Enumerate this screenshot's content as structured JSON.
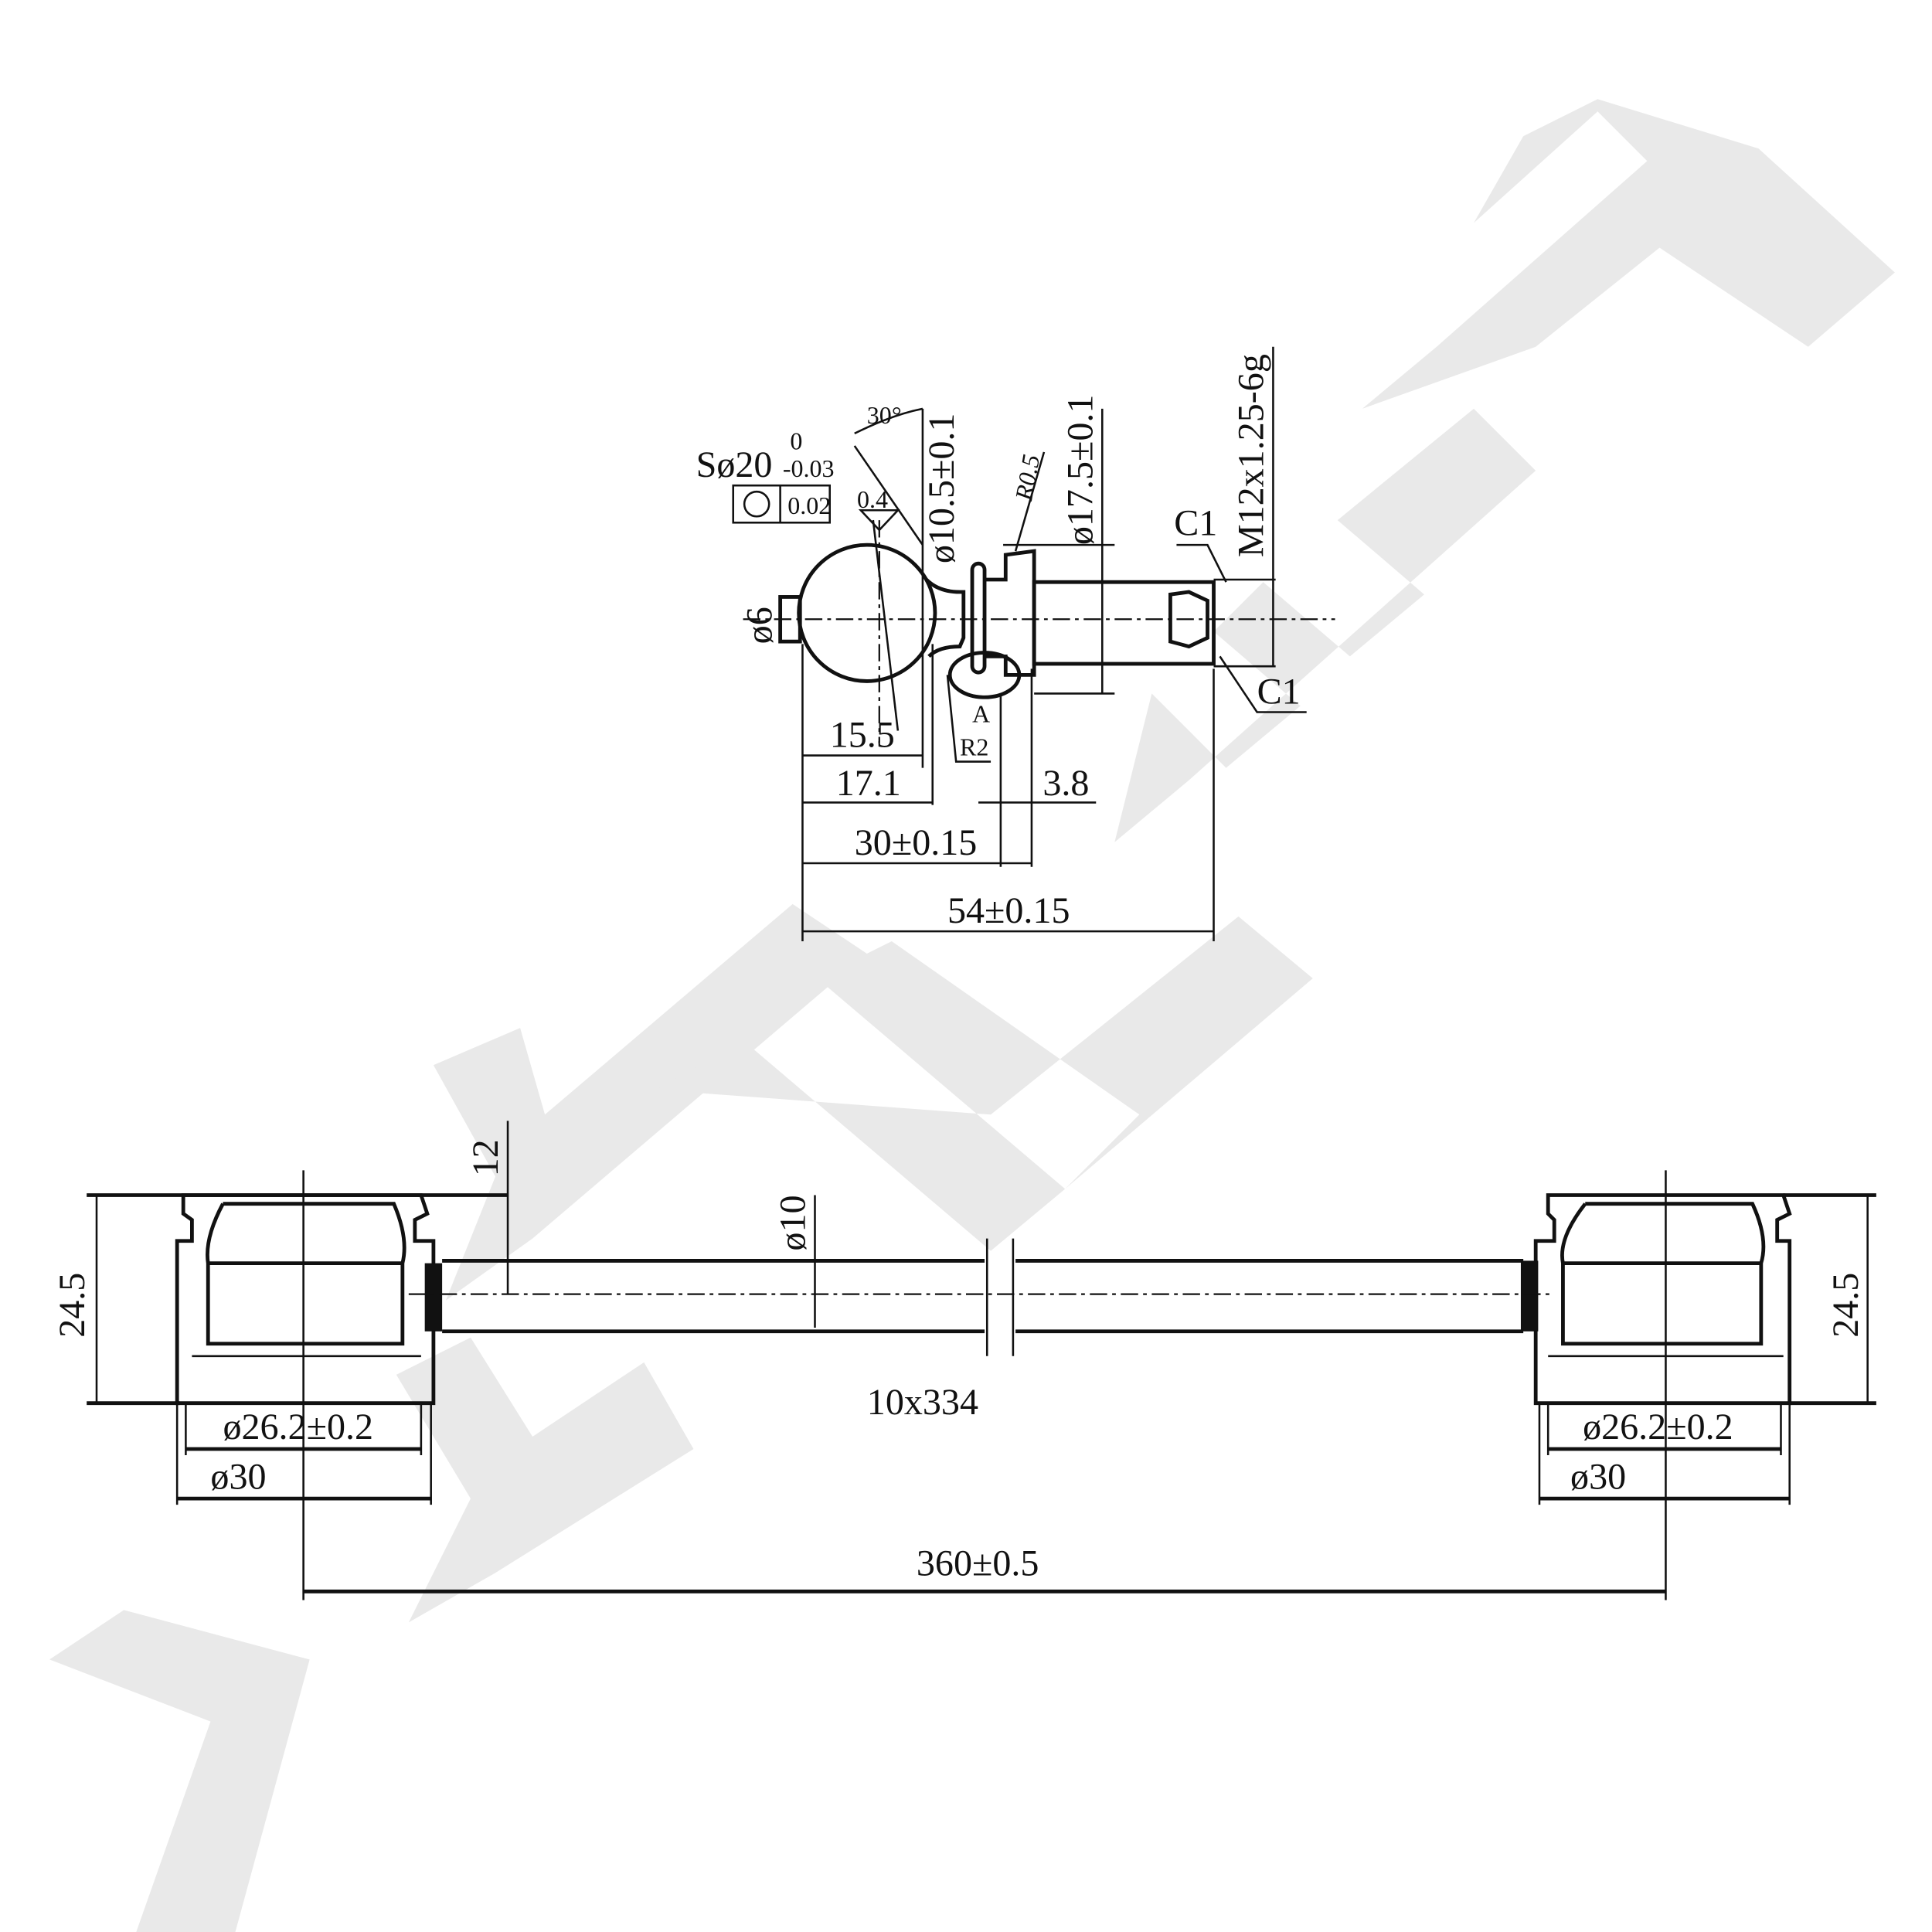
{
  "colors": {
    "line": "#111111",
    "watermark": "#e9e9e9",
    "background": "#ffffff"
  },
  "ball_stud": {
    "sphere": "Sø20",
    "tol_upper": "0",
    "tol_lower": "-0.03",
    "roundness_tol": "0.02",
    "roughness": "0.4",
    "angle": "30°",
    "neck_dia": "ø10.5±0.1",
    "r05": "R0.5",
    "collar_dia": "ø17.5±0.1",
    "thread": "M12x1.25-6g",
    "chamfer_top": "C1",
    "chamfer_bottom": "C1",
    "stub_dia": "ø6",
    "a_label": "A",
    "r2": "R2",
    "dim_155": "15.5",
    "dim_171": "17.1",
    "dim_38": "3.8",
    "dim_30": "30±0.15",
    "dim_54": "54±0.15"
  },
  "link": {
    "dim_12": "12",
    "rod_dia": "ø10",
    "rod": "10x334",
    "height_left": "24.5",
    "height_right": "24.5",
    "inner_left": "ø26.2±0.2",
    "outer_left": "ø30",
    "inner_right": "ø26.2±0.2",
    "outer_right": "ø30",
    "length": "360±0.5"
  }
}
